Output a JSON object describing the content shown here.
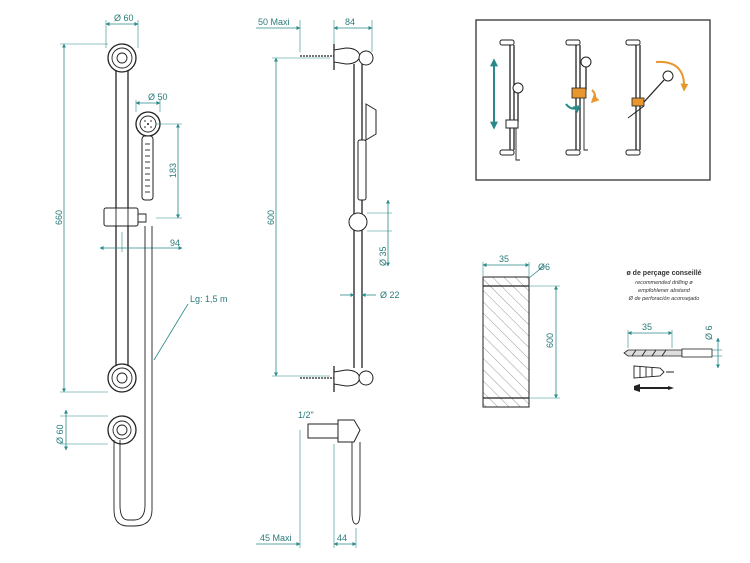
{
  "dimensions": {
    "front_diam_top": "Ø 60",
    "front_head_diam": "Ø 50",
    "front_head_len": "183",
    "front_height": "660",
    "front_offset": "94",
    "hose_length": "Lg: 1,5 m",
    "front_diam_bottom": "Ø 60",
    "side_max_top": "50 Maxi",
    "side_depth": "84",
    "side_spacing": "600",
    "side_slider_diam": "Ø 35",
    "side_bar_diam": "Ø 22",
    "side_thread": "1/2\"",
    "side_max_bottom": "45 Maxi",
    "side_bottom_depth": "44",
    "drill_width": "35",
    "drill_hole": "Ø6",
    "drill_spacing": "600",
    "bit_length": "35",
    "bit_diam": "Ø 6"
  },
  "drilling_legend": {
    "title": "ø de perçage conseillé",
    "line1": "recommended drilling ø",
    "line2": "empfohlener abstand",
    "line3": "Ø de perforación aconsejado"
  },
  "colors": {
    "dimension": "#2a8a8a",
    "outline": "#222222",
    "hatch": "#9a9a9a",
    "arrow_teal": "#2a8a8a",
    "arrow_orange": "#e8962e",
    "clamp_orange": "#e8962e"
  }
}
